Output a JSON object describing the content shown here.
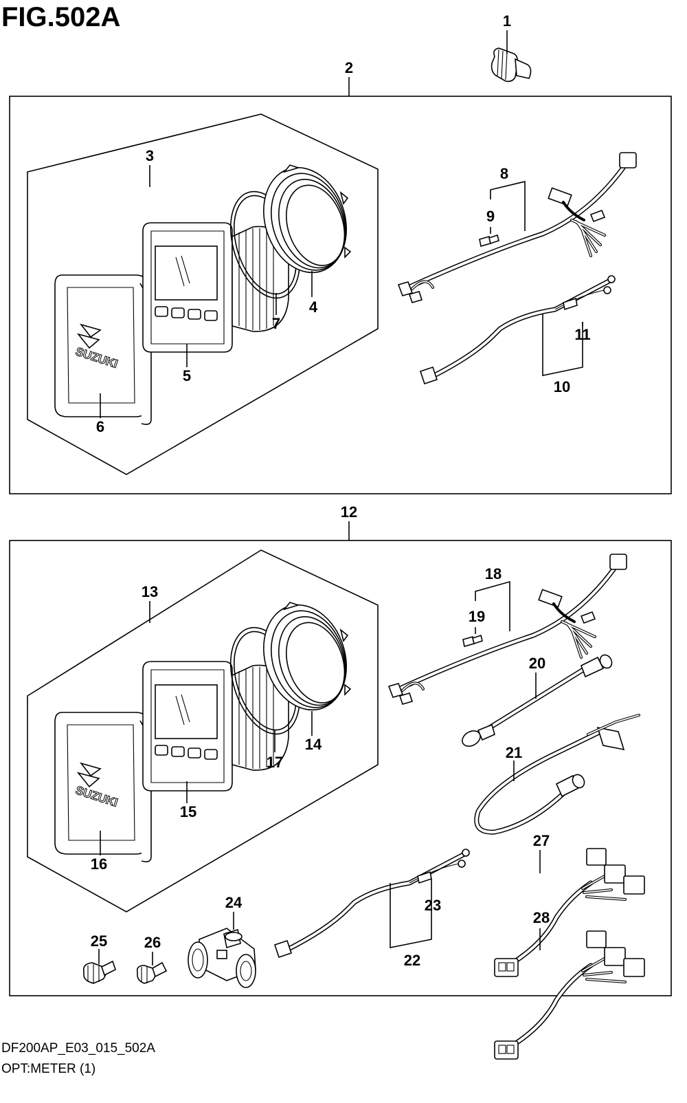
{
  "figure": {
    "title": "FIG.502A",
    "drawing_code": "DF200AP_E03_015_502A",
    "caption": "OPT:METER (1)"
  },
  "logo_text": "SUZUKI",
  "callouts": [
    "1",
    "2",
    "3",
    "4",
    "5",
    "6",
    "7",
    "8",
    "9",
    "10",
    "11",
    "12",
    "13",
    "14",
    "15",
    "16",
    "17",
    "18",
    "19",
    "20",
    "21",
    "22",
    "23",
    "24",
    "25",
    "26",
    "27",
    "28"
  ]
}
